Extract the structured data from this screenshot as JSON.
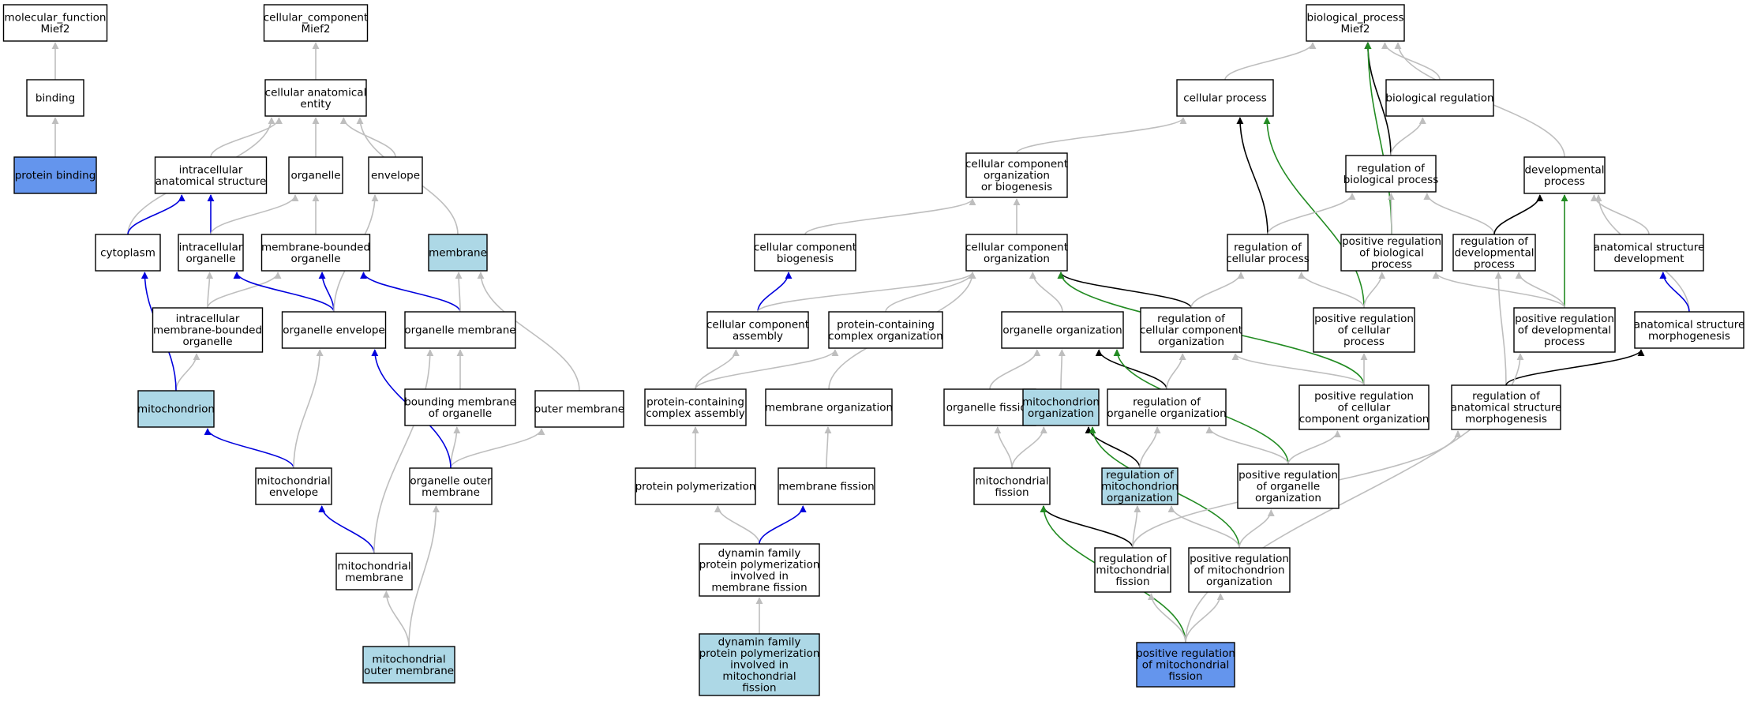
{
  "colors": {
    "default_fill": "#ffffff",
    "highlight_fill": "#add8e6",
    "query_fill": "#6495ed",
    "gray": "#bebebe",
    "black": "#000000",
    "blue": "#0000dd",
    "green": "#228b22"
  },
  "nodes": [
    {
      "id": "mf_root",
      "lines": [
        "molecular_function",
        "Mief2"
      ],
      "style": "default"
    },
    {
      "id": "binding",
      "lines": [
        "binding"
      ],
      "style": "default"
    },
    {
      "id": "protein_binding",
      "lines": [
        "protein binding"
      ],
      "style": "query"
    },
    {
      "id": "cc_root",
      "lines": [
        "cellular_component",
        "Mief2"
      ],
      "style": "default"
    },
    {
      "id": "cae",
      "lines": [
        "cellular anatomical",
        "entity"
      ],
      "style": "default"
    },
    {
      "id": "ias",
      "lines": [
        "intracellular",
        "anatomical structure"
      ],
      "style": "default"
    },
    {
      "id": "organelle",
      "lines": [
        "organelle"
      ],
      "style": "default"
    },
    {
      "id": "envelope",
      "lines": [
        "envelope"
      ],
      "style": "default"
    },
    {
      "id": "cytoplasm",
      "lines": [
        "cytoplasm"
      ],
      "style": "default"
    },
    {
      "id": "intra_org",
      "lines": [
        "intracellular",
        "organelle"
      ],
      "style": "default"
    },
    {
      "id": "mbo",
      "lines": [
        "membrane-bounded",
        "organelle"
      ],
      "style": "default"
    },
    {
      "id": "membrane",
      "lines": [
        "membrane"
      ],
      "style": "highlight"
    },
    {
      "id": "imbo",
      "lines": [
        "intracellular",
        "membrane-bounded",
        "organelle"
      ],
      "style": "default"
    },
    {
      "id": "org_env",
      "lines": [
        "organelle envelope"
      ],
      "style": "default"
    },
    {
      "id": "org_mem",
      "lines": [
        "organelle membrane"
      ],
      "style": "default"
    },
    {
      "id": "mito",
      "lines": [
        "mitochondrion"
      ],
      "style": "highlight"
    },
    {
      "id": "bmo",
      "lines": [
        "bounding membrane",
        "of organelle"
      ],
      "style": "default"
    },
    {
      "id": "outer_mem",
      "lines": [
        "outer membrane"
      ],
      "style": "default"
    },
    {
      "id": "mito_env",
      "lines": [
        "mitochondrial",
        "envelope"
      ],
      "style": "default"
    },
    {
      "id": "oom",
      "lines": [
        "organelle outer",
        "membrane"
      ],
      "style": "default"
    },
    {
      "id": "mito_mem",
      "lines": [
        "mitochondrial",
        "membrane"
      ],
      "style": "default"
    },
    {
      "id": "momm",
      "lines": [
        "mitochondrial",
        "outer membrane"
      ],
      "style": "highlight"
    },
    {
      "id": "bp_root",
      "lines": [
        "biological_process",
        "Mief2"
      ],
      "style": "default"
    },
    {
      "id": "cell_proc",
      "lines": [
        "cellular process"
      ],
      "style": "default"
    },
    {
      "id": "bio_reg",
      "lines": [
        "biological regulation"
      ],
      "style": "default"
    },
    {
      "id": "ccob",
      "lines": [
        "cellular component",
        "organization",
        "or biogenesis"
      ],
      "style": "default"
    },
    {
      "id": "reg_bp",
      "lines": [
        "regulation of",
        "biological process"
      ],
      "style": "default"
    },
    {
      "id": "dev_proc",
      "lines": [
        "developmental",
        "process"
      ],
      "style": "default"
    },
    {
      "id": "ccb",
      "lines": [
        "cellular component",
        "biogenesis"
      ],
      "style": "default"
    },
    {
      "id": "cco",
      "lines": [
        "cellular component",
        "organization"
      ],
      "style": "default"
    },
    {
      "id": "reg_cp",
      "lines": [
        "regulation of",
        "cellular process"
      ],
      "style": "default"
    },
    {
      "id": "pos_reg_bp",
      "lines": [
        "positive regulation",
        "of biological",
        "process"
      ],
      "style": "default"
    },
    {
      "id": "reg_dev",
      "lines": [
        "regulation of",
        "developmental",
        "process"
      ],
      "style": "default"
    },
    {
      "id": "asd",
      "lines": [
        "anatomical structure",
        "development"
      ],
      "style": "default"
    },
    {
      "id": "cca",
      "lines": [
        "cellular component",
        "assembly"
      ],
      "style": "default"
    },
    {
      "id": "pcco",
      "lines": [
        "protein-containing",
        "complex organization"
      ],
      "style": "default"
    },
    {
      "id": "org_org",
      "lines": [
        "organelle organization"
      ],
      "style": "default"
    },
    {
      "id": "reg_cco",
      "lines": [
        "regulation of",
        "cellular component",
        "organization"
      ],
      "style": "default"
    },
    {
      "id": "pos_reg_cp",
      "lines": [
        "positive regulation",
        "of cellular",
        "process"
      ],
      "style": "default"
    },
    {
      "id": "pos_reg_dev",
      "lines": [
        "positive regulation",
        "of developmental",
        "process"
      ],
      "style": "default"
    },
    {
      "id": "asm",
      "lines": [
        "anatomical structure",
        "morphogenesis"
      ],
      "style": "default"
    },
    {
      "id": "pcca",
      "lines": [
        "protein-containing",
        "complex assembly"
      ],
      "style": "default"
    },
    {
      "id": "mem_org",
      "lines": [
        "membrane organization"
      ],
      "style": "default"
    },
    {
      "id": "org_fission",
      "lines": [
        "organelle fission"
      ],
      "style": "default"
    },
    {
      "id": "mito_org",
      "lines": [
        "mitochondrion",
        "organization"
      ],
      "style": "highlight"
    },
    {
      "id": "reg_oo",
      "lines": [
        "regulation of",
        "organelle organization"
      ],
      "style": "default"
    },
    {
      "id": "pos_reg_cco",
      "lines": [
        "positive regulation",
        "of cellular",
        "component organization"
      ],
      "style": "default"
    },
    {
      "id": "reg_asm",
      "lines": [
        "regulation of",
        "anatomical structure",
        "morphogenesis"
      ],
      "style": "default"
    },
    {
      "id": "prot_poly",
      "lines": [
        "protein polymerization"
      ],
      "style": "default"
    },
    {
      "id": "mem_fission",
      "lines": [
        "membrane fission"
      ],
      "style": "default"
    },
    {
      "id": "mito_fission",
      "lines": [
        "mitochondrial",
        "fission"
      ],
      "style": "default"
    },
    {
      "id": "reg_mo",
      "lines": [
        "regulation of",
        "mitochondrion",
        "organization"
      ],
      "style": "highlight"
    },
    {
      "id": "pos_reg_oo",
      "lines": [
        "positive regulation",
        "of organelle",
        "organization"
      ],
      "style": "default"
    },
    {
      "id": "dfpp_mf",
      "lines": [
        "dynamin family",
        "protein polymerization",
        "involved in",
        "membrane fission"
      ],
      "style": "default"
    },
    {
      "id": "reg_mf",
      "lines": [
        "regulation of",
        "mitochondrial",
        "fission"
      ],
      "style": "default"
    },
    {
      "id": "pos_reg_mo",
      "lines": [
        "positive regulation",
        "of mitochondrion",
        "organization"
      ],
      "style": "default"
    },
    {
      "id": "dfpp_mito",
      "lines": [
        "dynamin family",
        "protein polymerization",
        "involved in",
        "mitochondrial",
        "fission"
      ],
      "style": "highlight"
    },
    {
      "id": "pos_reg_mf",
      "lines": [
        "positive regulation",
        "of mitochondrial",
        "fission"
      ],
      "style": "query"
    }
  ],
  "edges": [
    {
      "from": "binding",
      "to": "mf_root",
      "kind": "gray"
    },
    {
      "from": "protein_binding",
      "to": "binding",
      "kind": "gray"
    },
    {
      "from": "cae",
      "to": "cc_root",
      "kind": "gray"
    },
    {
      "from": "ias",
      "to": "cae",
      "kind": "gray"
    },
    {
      "from": "organelle",
      "to": "cae",
      "kind": "gray"
    },
    {
      "from": "envelope",
      "to": "cae",
      "kind": "gray"
    },
    {
      "from": "membrane",
      "to": "cae",
      "kind": "gray"
    },
    {
      "from": "cytoplasm",
      "to": "cae",
      "kind": "gray"
    },
    {
      "from": "cytoplasm",
      "to": "ias",
      "kind": "blue"
    },
    {
      "from": "intra_org",
      "to": "ias",
      "kind": "blue"
    },
    {
      "from": "intra_org",
      "to": "organelle",
      "kind": "gray"
    },
    {
      "from": "mbo",
      "to": "organelle",
      "kind": "gray"
    },
    {
      "from": "imbo",
      "to": "intra_org",
      "kind": "gray"
    },
    {
      "from": "imbo",
      "to": "mbo",
      "kind": "gray"
    },
    {
      "from": "org_env",
      "to": "intra_org",
      "kind": "blue"
    },
    {
      "from": "org_env",
      "to": "mbo",
      "kind": "blue"
    },
    {
      "from": "org_env",
      "to": "envelope",
      "kind": "gray"
    },
    {
      "from": "org_mem",
      "to": "mbo",
      "kind": "blue"
    },
    {
      "from": "org_mem",
      "to": "membrane",
      "kind": "gray"
    },
    {
      "from": "mito",
      "to": "imbo",
      "kind": "gray"
    },
    {
      "from": "mito",
      "to": "cytoplasm",
      "kind": "blue"
    },
    {
      "from": "bmo",
      "to": "org_mem",
      "kind": "gray"
    },
    {
      "from": "outer_mem",
      "to": "membrane",
      "kind": "gray"
    },
    {
      "from": "mito_env",
      "to": "mito",
      "kind": "blue"
    },
    {
      "from": "mito_env",
      "to": "org_env",
      "kind": "gray"
    },
    {
      "from": "oom",
      "to": "bmo",
      "kind": "gray"
    },
    {
      "from": "oom",
      "to": "outer_mem",
      "kind": "gray"
    },
    {
      "from": "oom",
      "to": "org_env",
      "kind": "blue"
    },
    {
      "from": "mito_mem",
      "to": "mito_env",
      "kind": "blue"
    },
    {
      "from": "mito_mem",
      "to": "org_mem",
      "kind": "gray"
    },
    {
      "from": "momm",
      "to": "mito_mem",
      "kind": "gray"
    },
    {
      "from": "momm",
      "to": "oom",
      "kind": "gray"
    },
    {
      "from": "cell_proc",
      "to": "bp_root",
      "kind": "gray"
    },
    {
      "from": "bio_reg",
      "to": "bp_root",
      "kind": "gray"
    },
    {
      "from": "dev_proc",
      "to": "bp_root",
      "kind": "gray"
    },
    {
      "from": "reg_bp",
      "to": "bp_root",
      "kind": "black"
    },
    {
      "from": "pos_reg_bp",
      "to": "bp_root",
      "kind": "green"
    },
    {
      "from": "reg_bp",
      "to": "bio_reg",
      "kind": "gray"
    },
    {
      "from": "ccob",
      "to": "cell_proc",
      "kind": "gray"
    },
    {
      "from": "reg_cp",
      "to": "cell_proc",
      "kind": "black"
    },
    {
      "from": "pos_reg_cp",
      "to": "cell_proc",
      "kind": "green"
    },
    {
      "from": "reg_cp",
      "to": "reg_bp",
      "kind": "gray"
    },
    {
      "from": "pos_reg_bp",
      "to": "reg_bp",
      "kind": "gray"
    },
    {
      "from": "reg_dev",
      "to": "reg_bp",
      "kind": "gray"
    },
    {
      "from": "reg_dev",
      "to": "dev_proc",
      "kind": "black"
    },
    {
      "from": "pos_reg_dev",
      "to": "dev_proc",
      "kind": "green"
    },
    {
      "from": "asd",
      "to": "dev_proc",
      "kind": "gray"
    },
    {
      "from": "asm",
      "to": "dev_proc",
      "kind": "gray"
    },
    {
      "from": "ccb",
      "to": "ccob",
      "kind": "gray"
    },
    {
      "from": "cco",
      "to": "ccob",
      "kind": "gray"
    },
    {
      "from": "cca",
      "to": "ccb",
      "kind": "blue"
    },
    {
      "from": "cca",
      "to": "cco",
      "kind": "gray"
    },
    {
      "from": "pcco",
      "to": "cco",
      "kind": "gray"
    },
    {
      "from": "org_org",
      "to": "cco",
      "kind": "gray"
    },
    {
      "from": "mem_org",
      "to": "cco",
      "kind": "gray"
    },
    {
      "from": "reg_cco",
      "to": "cco",
      "kind": "black"
    },
    {
      "from": "pos_reg_cco",
      "to": "cco",
      "kind": "green"
    },
    {
      "from": "reg_cco",
      "to": "reg_cp",
      "kind": "gray"
    },
    {
      "from": "pos_reg_cp",
      "to": "reg_cp",
      "kind": "gray"
    },
    {
      "from": "pos_reg_cp",
      "to": "pos_reg_bp",
      "kind": "gray"
    },
    {
      "from": "pos_reg_dev",
      "to": "pos_reg_bp",
      "kind": "gray"
    },
    {
      "from": "pos_reg_dev",
      "to": "reg_dev",
      "kind": "gray"
    },
    {
      "from": "reg_asm",
      "to": "reg_dev",
      "kind": "gray"
    },
    {
      "from": "asm",
      "to": "asd",
      "kind": "blue"
    },
    {
      "from": "reg_asm",
      "to": "asm",
      "kind": "black"
    },
    {
      "from": "pcca",
      "to": "cca",
      "kind": "gray"
    },
    {
      "from": "pcca",
      "to": "pcco",
      "kind": "gray"
    },
    {
      "from": "org_fission",
      "to": "org_org",
      "kind": "gray"
    },
    {
      "from": "mito_org",
      "to": "org_org",
      "kind": "gray"
    },
    {
      "from": "reg_oo",
      "to": "org_org",
      "kind": "black"
    },
    {
      "from": "pos_reg_oo",
      "to": "org_org",
      "kind": "green"
    },
    {
      "from": "reg_oo",
      "to": "reg_cco",
      "kind": "gray"
    },
    {
      "from": "pos_reg_cco",
      "to": "reg_cco",
      "kind": "gray"
    },
    {
      "from": "pos_reg_cco",
      "to": "pos_reg_cp",
      "kind": "gray"
    },
    {
      "from": "prot_poly",
      "to": "pcca",
      "kind": "gray"
    },
    {
      "from": "mem_fission",
      "to": "mem_org",
      "kind": "gray"
    },
    {
      "from": "mito_fission",
      "to": "org_fission",
      "kind": "gray"
    },
    {
      "from": "mito_fission",
      "to": "mito_org",
      "kind": "gray"
    },
    {
      "from": "reg_mo",
      "to": "mito_org",
      "kind": "black"
    },
    {
      "from": "pos_reg_mo",
      "to": "mito_org",
      "kind": "green"
    },
    {
      "from": "reg_mo",
      "to": "reg_oo",
      "kind": "gray"
    },
    {
      "from": "pos_reg_oo",
      "to": "reg_oo",
      "kind": "gray"
    },
    {
      "from": "pos_reg_oo",
      "to": "pos_reg_cco",
      "kind": "gray"
    },
    {
      "from": "dfpp_mf",
      "to": "prot_poly",
      "kind": "gray"
    },
    {
      "from": "dfpp_mf",
      "to": "mem_fission",
      "kind": "blue"
    },
    {
      "from": "reg_mf",
      "to": "mito_fission",
      "kind": "black"
    },
    {
      "from": "reg_mf",
      "to": "reg_mo",
      "kind": "gray"
    },
    {
      "from": "reg_mf",
      "to": "reg_asm",
      "kind": "gray"
    },
    {
      "from": "pos_reg_mo",
      "to": "reg_mo",
      "kind": "gray"
    },
    {
      "from": "pos_reg_mo",
      "to": "pos_reg_oo",
      "kind": "gray"
    },
    {
      "from": "dfpp_mito",
      "to": "dfpp_mf",
      "kind": "gray"
    },
    {
      "from": "pos_reg_mf",
      "to": "mito_fission",
      "kind": "green"
    },
    {
      "from": "pos_reg_mf",
      "to": "reg_mf",
      "kind": "gray"
    },
    {
      "from": "pos_reg_mf",
      "to": "pos_reg_mo",
      "kind": "gray"
    },
    {
      "from": "pos_reg_mf",
      "to": "pos_reg_dev",
      "kind": "gray"
    }
  ]
}
